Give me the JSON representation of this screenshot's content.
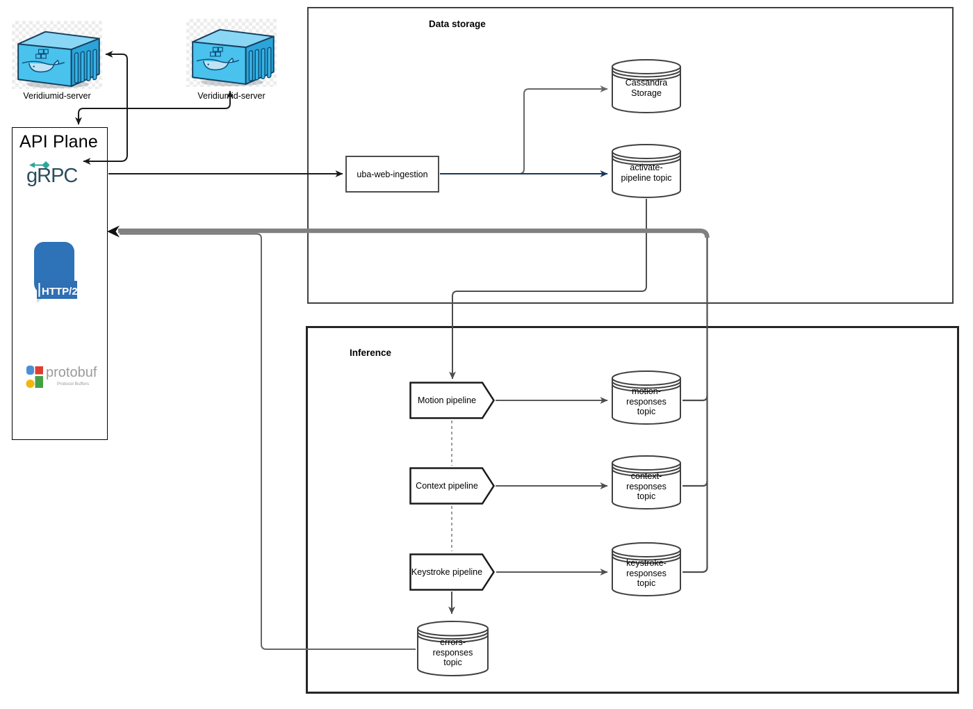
{
  "diagram": {
    "containers": [
      {
        "label": "Veridiumid-server"
      },
      {
        "label": "Veridiumid-server"
      }
    ],
    "api_plane": {
      "title": "API Plane",
      "grpc_label": "gRPC",
      "http2_label": "HTTP/2",
      "protobuf_label": "protobuf",
      "protobuf_sublabel": "Protocol Buffers"
    },
    "data_storage": {
      "title": "Data storage",
      "ingestion": "uba-web-ingestion",
      "cassandra": {
        "lines": [
          "Cassandra",
          "Storage"
        ]
      },
      "activate_topic": {
        "lines": [
          "activate-",
          "pipeline topic"
        ]
      }
    },
    "inference": {
      "title": "Inference",
      "pipelines": [
        {
          "label": "Motion pipeline"
        },
        {
          "label": "Context pipeline"
        },
        {
          "label": "Keystroke pipeline"
        }
      ],
      "topics": [
        {
          "lines": [
            "motion-",
            "responses",
            "topic"
          ]
        },
        {
          "lines": [
            "context-",
            "responses",
            "topic"
          ]
        },
        {
          "lines": [
            "keystroke-",
            "responses",
            "topic"
          ]
        }
      ],
      "errors_topic": {
        "lines": [
          "errors-",
          "responses",
          "topic"
        ]
      }
    },
    "colors": {
      "edge_black": "#1a1a1a",
      "edge_navy": "#17375e",
      "edge_gray": "#666666",
      "edge_dark": "#4d4d4d",
      "edge_thick_gray": "#808080",
      "docker_blue": "#45bdea",
      "grpc_teal": "#2aa79b",
      "grpc_text": "#2a4d5f",
      "http2_blue": "#2e72b8",
      "protobuf_gray": "#9a9a9a"
    }
  }
}
